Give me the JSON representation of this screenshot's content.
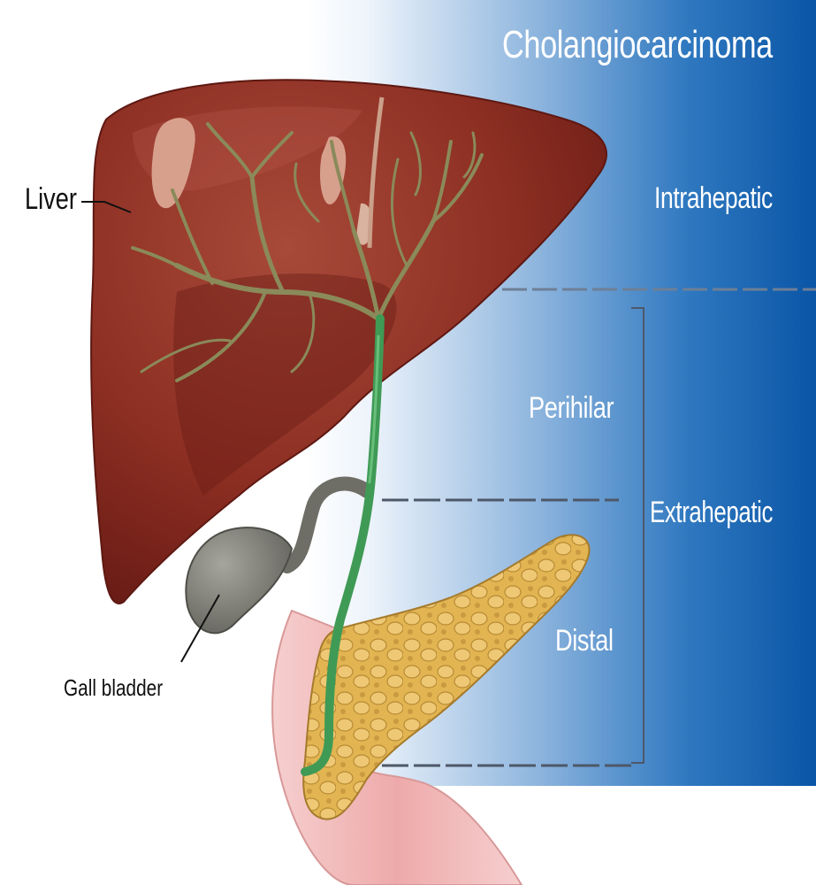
{
  "title": "Cholangiocarcinoma",
  "regions": {
    "intrahepatic": "Intrahepatic",
    "perihilar": "Perihilar",
    "extrahepatic": "Extrahepatic",
    "distal": "Distal"
  },
  "organ_labels": {
    "liver": "Liver",
    "gall_bladder": "Gall bladder"
  },
  "colors": {
    "panel_blue": "#0a55a6",
    "liver": "#8c2e22",
    "bile_ducts": "#8a8a5a",
    "common_bile_duct": "#3f9a55",
    "gall_bladder": "#7a7a72",
    "pancreas": "#e2b552",
    "duodenum": "#f0b8b8"
  }
}
